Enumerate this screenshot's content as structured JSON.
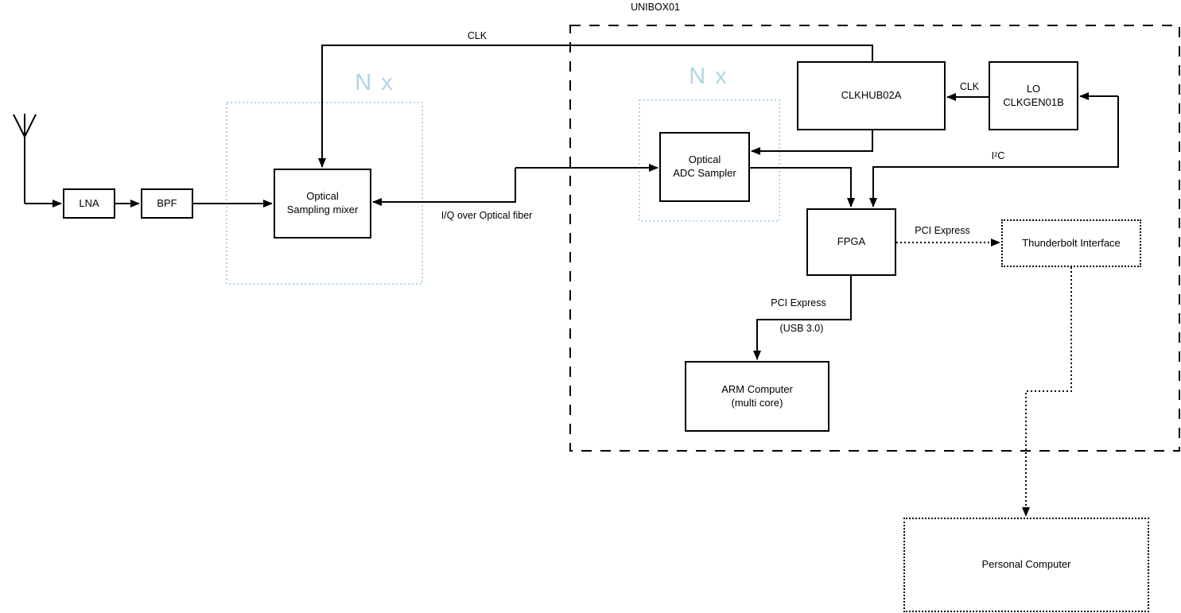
{
  "diagram_title": "UNIBOX01",
  "nodes": {
    "lna": {
      "label": "LNA"
    },
    "bpf": {
      "label": "BPF"
    },
    "sampling_mixer": {
      "label": "Optical\nSampling mixer"
    },
    "adc_sampler": {
      "label": "Optical\nADC Sampler"
    },
    "clkhub": {
      "label": "CLKHUB02A"
    },
    "lo_clkgen": {
      "label": "LO\nCLKGEN01B"
    },
    "fpga": {
      "label": "FPGA"
    },
    "arm_computer": {
      "label": "ARM Computer\n(multi core)"
    },
    "thunderbolt": {
      "label": "Thunderbolt Interface"
    },
    "personal_computer": {
      "label": "Personal Computer"
    }
  },
  "groups": {
    "nx_left": "N x",
    "nx_right": "N x"
  },
  "edge_labels": {
    "clk_top": "CLK",
    "clk_lo_to_hub": "CLK",
    "iq_fiber": "I/Q over Optical fiber",
    "i2c": "I²C",
    "pcie_thunderbolt": "PCI Express",
    "pcie_arm": "PCI Express",
    "usb": "(USB 3.0)"
  },
  "colors": {
    "line": "#000000",
    "group_accent": "#aed6e8",
    "background": "#ffffff"
  }
}
